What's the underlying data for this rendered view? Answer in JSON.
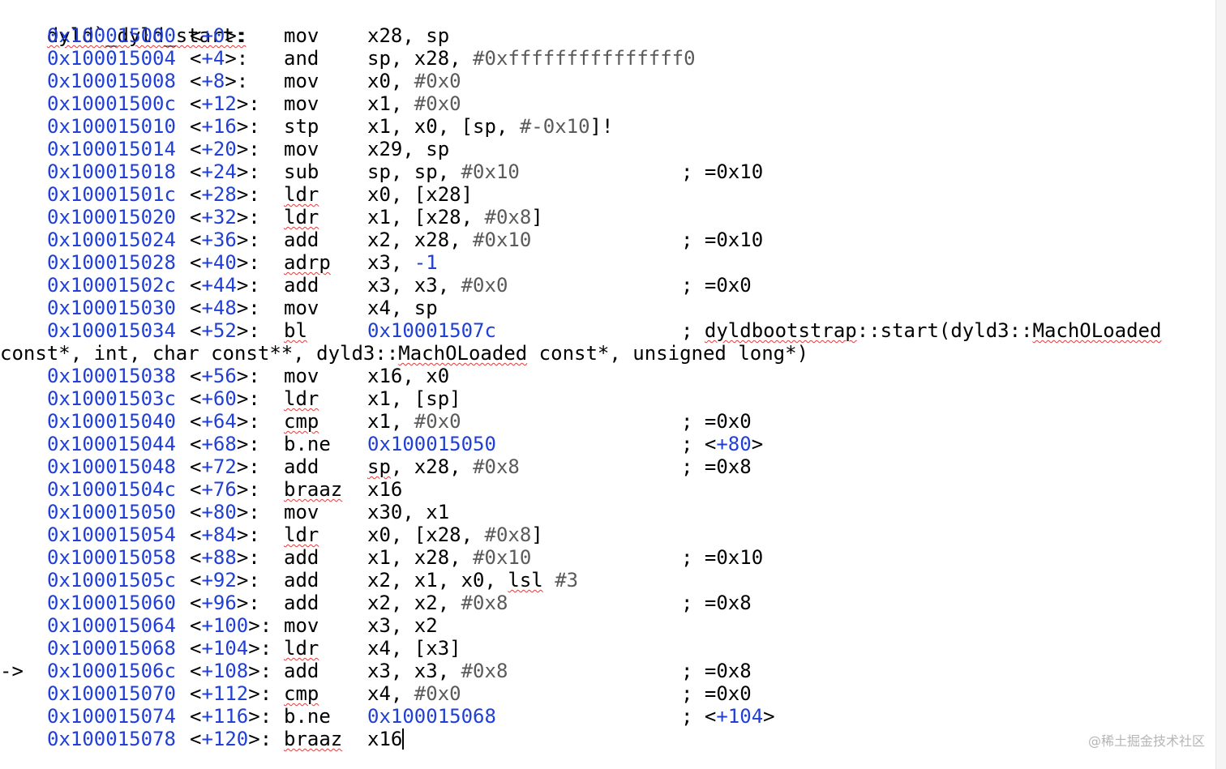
{
  "header": "dyld`_dyld_start:",
  "pc_marker": "->",
  "wrap_continuation": "const*, int, char const**, dyld3::MachOLoaded const*, unsigned long*)",
  "lines": [
    {
      "address": "0x100015000",
      "offset": "+0",
      "mnemonic": "mov",
      "operands": [
        {
          "t": "x28, sp",
          "c": ""
        }
      ],
      "comment": []
    },
    {
      "address": "0x100015004",
      "offset": "+4",
      "mnemonic": "and",
      "operands": [
        {
          "t": "sp, x28, ",
          "c": ""
        },
        {
          "t": "#0xfffffffffffffff0",
          "c": "imm"
        }
      ],
      "comment": []
    },
    {
      "address": "0x100015008",
      "offset": "+8",
      "mnemonic": "mov",
      "operands": [
        {
          "t": "x0, ",
          "c": ""
        },
        {
          "t": "#0x0",
          "c": "imm"
        }
      ],
      "comment": []
    },
    {
      "address": "0x10001500c",
      "offset": "+12",
      "mnemonic": "mov",
      "operands": [
        {
          "t": "x1, ",
          "c": ""
        },
        {
          "t": "#0x0",
          "c": "imm"
        }
      ],
      "comment": []
    },
    {
      "address": "0x100015010",
      "offset": "+16",
      "mnemonic": "stp",
      "operands": [
        {
          "t": "x1, x0, [sp, ",
          "c": ""
        },
        {
          "t": "#-0x10",
          "c": "imm"
        },
        {
          "t": "]!",
          "c": ""
        }
      ],
      "comment": []
    },
    {
      "address": "0x100015014",
      "offset": "+20",
      "mnemonic": "mov",
      "operands": [
        {
          "t": "x29, sp",
          "c": ""
        }
      ],
      "comment": []
    },
    {
      "address": "0x100015018",
      "offset": "+24",
      "mnemonic": "sub",
      "operands": [
        {
          "t": "sp, sp, ",
          "c": ""
        },
        {
          "t": "#0x10",
          "c": "imm"
        }
      ],
      "comment": [
        {
          "t": "; =0x10",
          "c": ""
        }
      ]
    },
    {
      "address": "0x10001501c",
      "offset": "+28",
      "mnemonic": "ldr",
      "spell": true,
      "operands": [
        {
          "t": "x0, [x28]",
          "c": ""
        }
      ],
      "comment": []
    },
    {
      "address": "0x100015020",
      "offset": "+32",
      "mnemonic": "ldr",
      "spell": true,
      "operands": [
        {
          "t": "x1, [x28, ",
          "c": ""
        },
        {
          "t": "#0x8",
          "c": "imm"
        },
        {
          "t": "]",
          "c": ""
        }
      ],
      "comment": []
    },
    {
      "address": "0x100015024",
      "offset": "+36",
      "mnemonic": "add",
      "operands": [
        {
          "t": "x2, x28, ",
          "c": ""
        },
        {
          "t": "#0x10",
          "c": "imm"
        }
      ],
      "comment": [
        {
          "t": "; =0x10",
          "c": ""
        }
      ]
    },
    {
      "address": "0x100015028",
      "offset": "+40",
      "mnemonic": "adrp",
      "spell": true,
      "operands": [
        {
          "t": "x3, ",
          "c": ""
        },
        {
          "t": "-1",
          "c": "imm-blue"
        }
      ],
      "comment": []
    },
    {
      "address": "0x10001502c",
      "offset": "+44",
      "mnemonic": "add",
      "operands": [
        {
          "t": "x3, x3, ",
          "c": ""
        },
        {
          "t": "#0x0",
          "c": "imm"
        }
      ],
      "comment": [
        {
          "t": "; =0x0",
          "c": ""
        }
      ]
    },
    {
      "address": "0x100015030",
      "offset": "+48",
      "mnemonic": "mov",
      "operands": [
        {
          "t": "x4, sp",
          "c": ""
        }
      ],
      "comment": []
    },
    {
      "address": "0x100015034",
      "offset": "+52",
      "mnemonic": "bl",
      "spell": true,
      "operands": [
        {
          "t": "0x10001507c",
          "c": "addr"
        }
      ],
      "comment": [
        {
          "t": "; ",
          "c": ""
        },
        {
          "t": "dyldbootstrap",
          "c": "spell"
        },
        {
          "t": "::start(dyld3::",
          "c": ""
        },
        {
          "t": "MachOLoaded",
          "c": "spell"
        }
      ],
      "wrap": true
    },
    {
      "address": "0x100015038",
      "offset": "+56",
      "mnemonic": "mov",
      "operands": [
        {
          "t": "x16, x0",
          "c": ""
        }
      ],
      "comment": []
    },
    {
      "address": "0x10001503c",
      "offset": "+60",
      "mnemonic": "ldr",
      "spell": true,
      "operands": [
        {
          "t": "x1, [sp]",
          "c": ""
        }
      ],
      "comment": []
    },
    {
      "address": "0x100015040",
      "offset": "+64",
      "mnemonic": "cmp",
      "spell": true,
      "operands": [
        {
          "t": "x1, ",
          "c": ""
        },
        {
          "t": "#0x0",
          "c": "imm"
        }
      ],
      "comment": [
        {
          "t": "; =0x0",
          "c": ""
        }
      ]
    },
    {
      "address": "0x100015044",
      "offset": "+68",
      "mnemonic": "b.ne",
      "operands": [
        {
          "t": "0x100015050",
          "c": "addr"
        }
      ],
      "comment": [
        {
          "t": "; <",
          "c": ""
        },
        {
          "t": "+80",
          "c": "addr"
        },
        {
          "t": ">",
          "c": ""
        }
      ]
    },
    {
      "address": "0x100015048",
      "offset": "+72",
      "mnemonic": "add",
      "operands": [
        {
          "t": "sp",
          "c": "spell"
        },
        {
          "t": ", x28, ",
          "c": ""
        },
        {
          "t": "#0x8",
          "c": "imm"
        }
      ],
      "comment": [
        {
          "t": "; =0x8",
          "c": ""
        }
      ]
    },
    {
      "address": "0x10001504c",
      "offset": "+76",
      "mnemonic": "braaz",
      "spell": true,
      "operands": [
        {
          "t": "x16",
          "c": ""
        }
      ],
      "comment": []
    },
    {
      "address": "0x100015050",
      "offset": "+80",
      "mnemonic": "mov",
      "operands": [
        {
          "t": "x30, x1",
          "c": ""
        }
      ],
      "comment": []
    },
    {
      "address": "0x100015054",
      "offset": "+84",
      "mnemonic": "ldr",
      "spell": true,
      "operands": [
        {
          "t": "x0, [x28, ",
          "c": ""
        },
        {
          "t": "#0x8",
          "c": "imm"
        },
        {
          "t": "]",
          "c": ""
        }
      ],
      "comment": []
    },
    {
      "address": "0x100015058",
      "offset": "+88",
      "mnemonic": "add",
      "operands": [
        {
          "t": "x1, x28, ",
          "c": ""
        },
        {
          "t": "#0x10",
          "c": "imm"
        }
      ],
      "comment": [
        {
          "t": "; =0x10",
          "c": ""
        }
      ]
    },
    {
      "address": "0x10001505c",
      "offset": "+92",
      "mnemonic": "add",
      "operands": [
        {
          "t": "x2, x1, x0, ",
          "c": ""
        },
        {
          "t": "lsl",
          "c": "spell"
        },
        {
          "t": " ",
          "c": ""
        },
        {
          "t": "#3",
          "c": "imm"
        }
      ],
      "comment": []
    },
    {
      "address": "0x100015060",
      "offset": "+96",
      "mnemonic": "add",
      "operands": [
        {
          "t": "x2, x2, ",
          "c": ""
        },
        {
          "t": "#0x8",
          "c": "imm"
        }
      ],
      "comment": [
        {
          "t": "; =0x8",
          "c": ""
        }
      ]
    },
    {
      "address": "0x100015064",
      "offset": "+100",
      "mnemonic": "mov",
      "operands": [
        {
          "t": "x3, x2",
          "c": ""
        }
      ],
      "comment": []
    },
    {
      "address": "0x100015068",
      "offset": "+104",
      "mnemonic": "ldr",
      "spell": true,
      "operands": [
        {
          "t": "x4, [x3]",
          "c": ""
        }
      ],
      "comment": []
    },
    {
      "address": "0x10001506c",
      "offset": "+108",
      "mnemonic": "add",
      "current": true,
      "operands": [
        {
          "t": "x3, x3, ",
          "c": ""
        },
        {
          "t": "#0x8",
          "c": "imm"
        }
      ],
      "comment": [
        {
          "t": "; =0x8",
          "c": ""
        }
      ]
    },
    {
      "address": "0x100015070",
      "offset": "+112",
      "mnemonic": "cmp",
      "spell": true,
      "operands": [
        {
          "t": "x4, ",
          "c": ""
        },
        {
          "t": "#0x0",
          "c": "imm"
        }
      ],
      "comment": [
        {
          "t": "; =0x0",
          "c": ""
        }
      ]
    },
    {
      "address": "0x100015074",
      "offset": "+116",
      "mnemonic": "b.ne",
      "operands": [
        {
          "t": "0x100015068",
          "c": "addr"
        }
      ],
      "comment": [
        {
          "t": "; <",
          "c": ""
        },
        {
          "t": "+104",
          "c": "addr"
        },
        {
          "t": ">",
          "c": ""
        }
      ]
    },
    {
      "address": "0x100015078",
      "offset": "+120",
      "mnemonic": "braaz",
      "spell": true,
      "operands": [
        {
          "t": "x16",
          "c": ""
        }
      ],
      "comment": [],
      "cursor": true
    }
  ],
  "watermark": "@稀土掘金技术社区"
}
